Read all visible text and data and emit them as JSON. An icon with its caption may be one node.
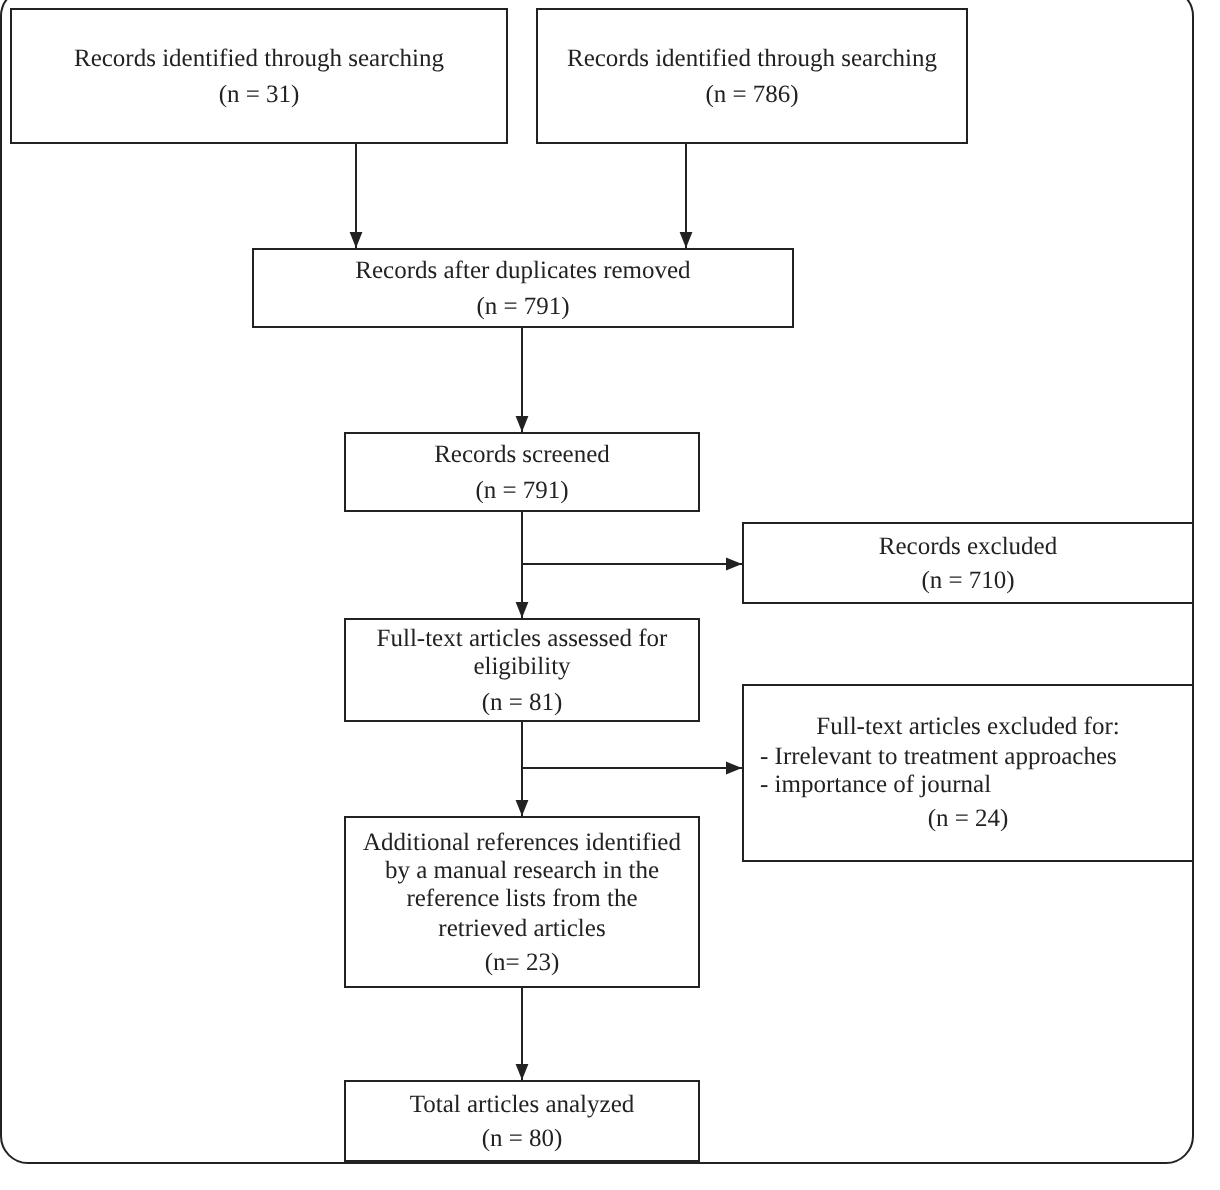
{
  "diagram": {
    "nodes": [
      {
        "text": [
          "Records identified through searching",
          "(n = 31)"
        ]
      },
      {
        "text": [
          "Records identified through searching",
          "(n = 786)"
        ]
      },
      {
        "text": [
          "Records after duplicates removed",
          "(n = 791)"
        ]
      },
      {
        "text": [
          "Records screened",
          "(n = 791)"
        ]
      },
      {
        "text": [
          "Records excluded",
          "(n = 710)"
        ]
      },
      {
        "text": [
          "Full-text articles assessed for eligibility",
          "(n = 81)"
        ]
      },
      {
        "text": [
          "Full-text articles excluded for:",
          "- Irrelevant to treatment approaches",
          "- importance of journal",
          "(n = 24)"
        ]
      },
      {
        "text": [
          "Additional references identified by a manual research in the reference lists from the retrieved articles",
          "(n= 23)"
        ]
      },
      {
        "text": [
          "Total articles analyzed",
          "(n = 80)"
        ]
      }
    ],
    "edges": [
      {
        "from": 0,
        "to": 2,
        "arrow": "to"
      },
      {
        "from": 1,
        "to": 2,
        "arrow": "to"
      },
      {
        "from": 2,
        "to": 3,
        "arrow": "to"
      },
      {
        "from": 3,
        "to": 4,
        "arrow": "to"
      },
      {
        "from": 3,
        "to": 5,
        "arrow": "to"
      },
      {
        "from": 5,
        "to": 6,
        "arrow": "to"
      },
      {
        "from": 5,
        "to": 7,
        "arrow": "to"
      },
      {
        "from": 7,
        "to": 8,
        "arrow": "to"
      }
    ]
  }
}
